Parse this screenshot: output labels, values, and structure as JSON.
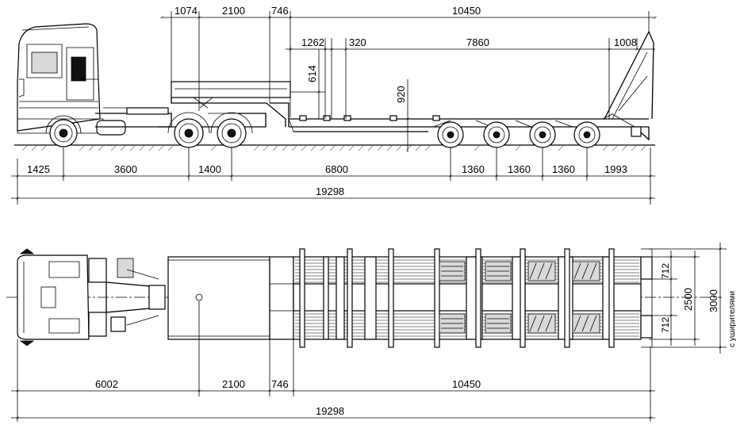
{
  "side_view": {
    "top_dims": {
      "d1074": "1074",
      "d2100": "2100",
      "d746": "746",
      "d10450": "10450"
    },
    "deck_dims": {
      "d1262": "1262",
      "d320": "320",
      "d7860": "7860",
      "d1008": "1008"
    },
    "vertical_dims": {
      "d614": "614",
      "d920": "920"
    },
    "bottom_dims": {
      "d1425": "1425",
      "d3600": "3600",
      "d1400": "1400",
      "d6800": "6800",
      "d1360a": "1360",
      "d1360b": "1360",
      "d1360c": "1360",
      "d1993": "1993"
    },
    "overall": "19298"
  },
  "top_view": {
    "bottom_dims": {
      "d6002": "6002",
      "d2100": "2100",
      "d746": "746",
      "d10450": "10450"
    },
    "overall": "19298",
    "right_dims": {
      "d712a": "712",
      "d712b": "712",
      "d2500": "2500",
      "d3000": "3000"
    },
    "note": "с уширителями"
  }
}
